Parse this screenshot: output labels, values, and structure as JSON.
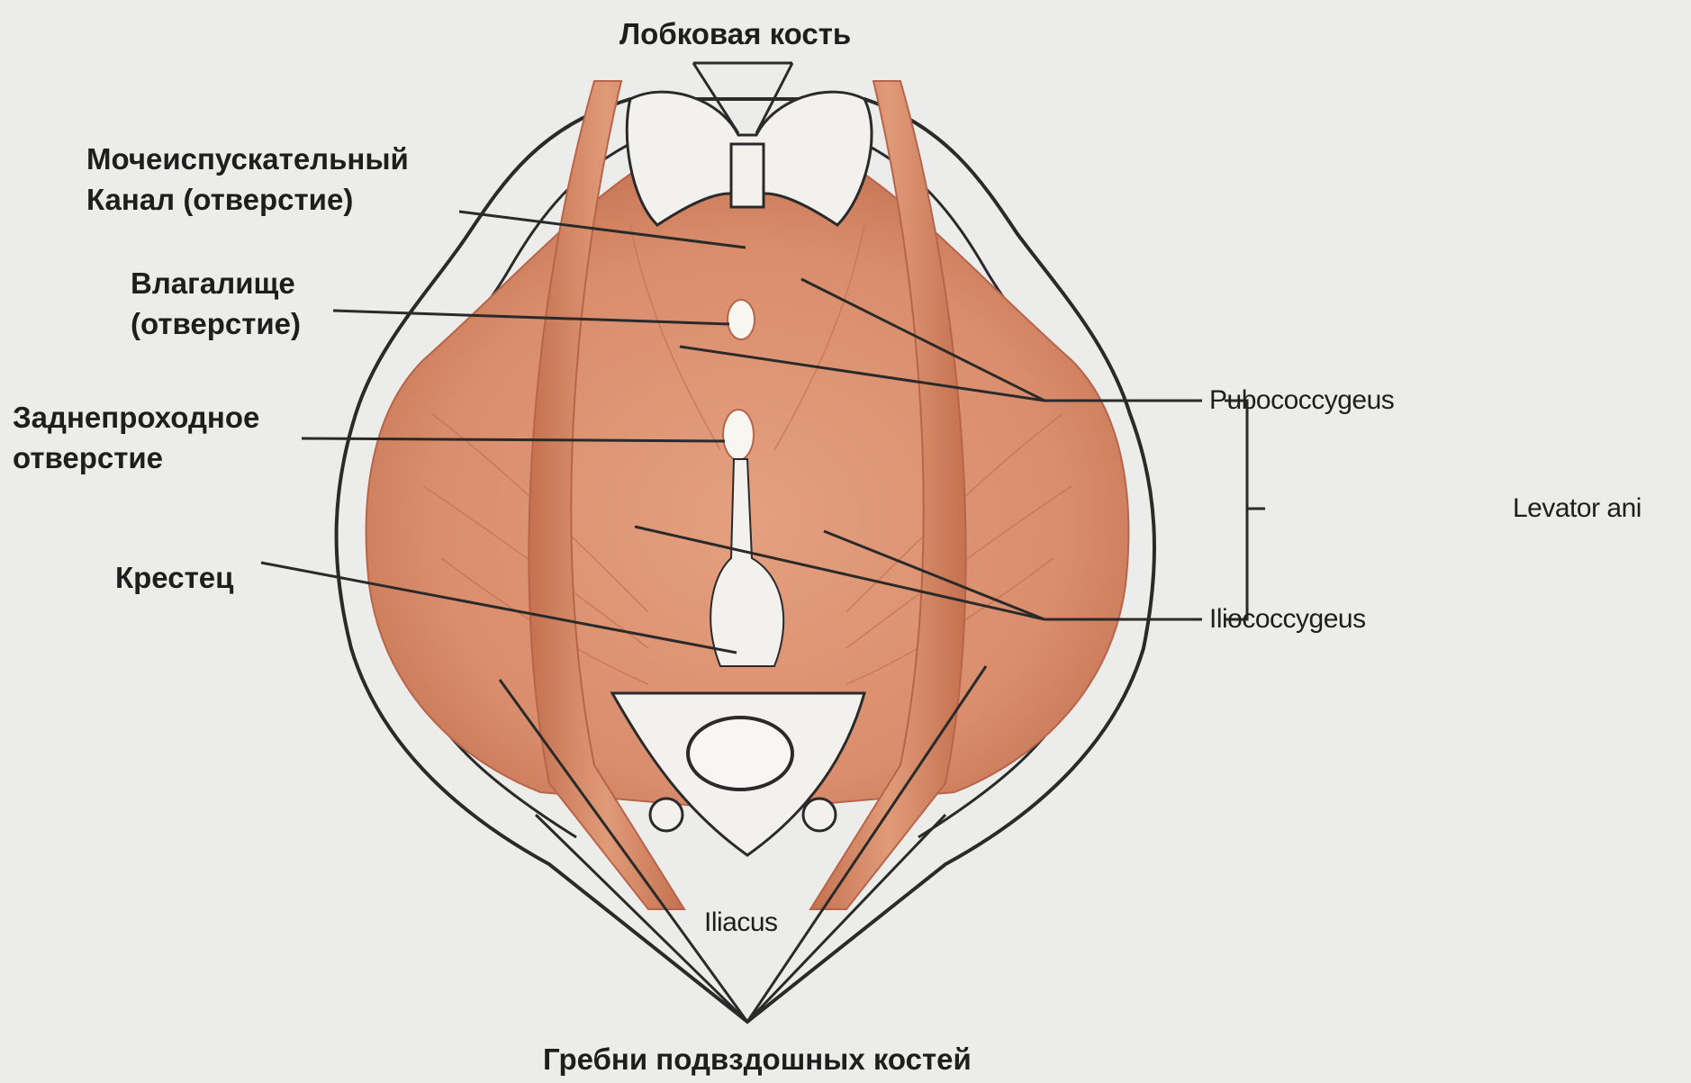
{
  "colors": {
    "background": "#ececea",
    "muscle": "#d98d6c",
    "muscle_dark": "#c26f4e",
    "bone": "#f2f1ed",
    "outline": "#2a2a2a",
    "leader": "#2a2a2a"
  },
  "labels": {
    "pubic_bone": "Лобковая кость",
    "urethra_line1": "Мочеиспускательный",
    "urethra_line2": "Канал (отверстие)",
    "vagina_line1": "Влагалище",
    "vagina_line2": "(отверстие)",
    "anus_line1": "Заднепроходное",
    "anus_line2": "отверстие",
    "sacrum": "Крестец",
    "pubococcygeus": "Pubococcygeus",
    "iliococcygeus": "Iliococcygeus",
    "levator_ani": "Levator ani",
    "iliacus": "Iliacus",
    "iliac_crests": "Гребни подвздошных костей"
  }
}
